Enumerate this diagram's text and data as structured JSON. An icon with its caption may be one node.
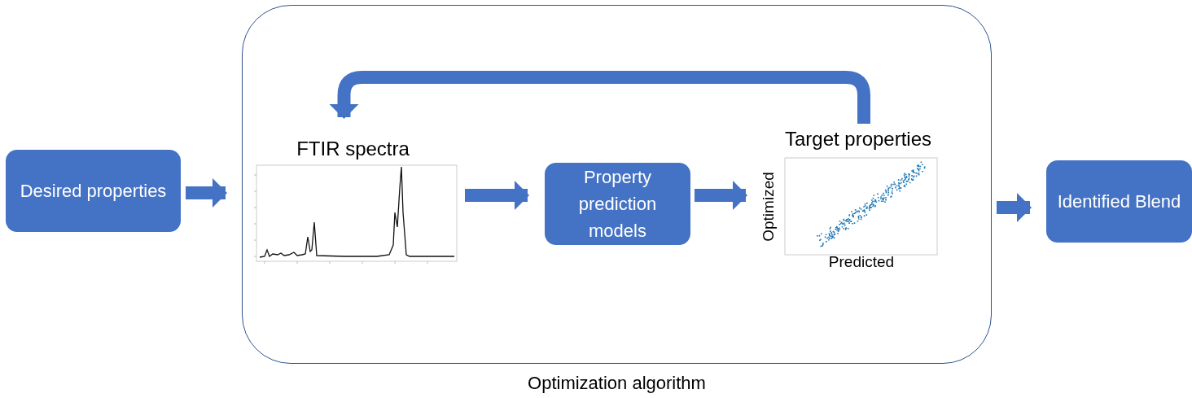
{
  "diagram": {
    "nodes": [
      {
        "text": [
          "Desired properties"
        ]
      },
      {
        "text": [
          "Optimization algorithm"
        ]
      },
      {
        "text": [
          "FTIR spectra"
        ],
        "in": 1
      },
      {
        "text": [
          "Property prediction models"
        ],
        "in": 1
      },
      {
        "text": [
          "Target properties",
          "Optimized",
          "Predicted"
        ],
        "in": 1
      },
      {
        "text": [
          "Identified Blend"
        ]
      }
    ],
    "edges": [
      {
        "from": 0,
        "to": 1,
        "arrow": "to"
      },
      {
        "from": 2,
        "to": 3,
        "arrow": "to"
      },
      {
        "from": 3,
        "to": 4,
        "arrow": "to"
      },
      {
        "from": 4,
        "to": 2,
        "arrow": "to"
      },
      {
        "from": 1,
        "to": 5,
        "arrow": "to"
      }
    ]
  }
}
